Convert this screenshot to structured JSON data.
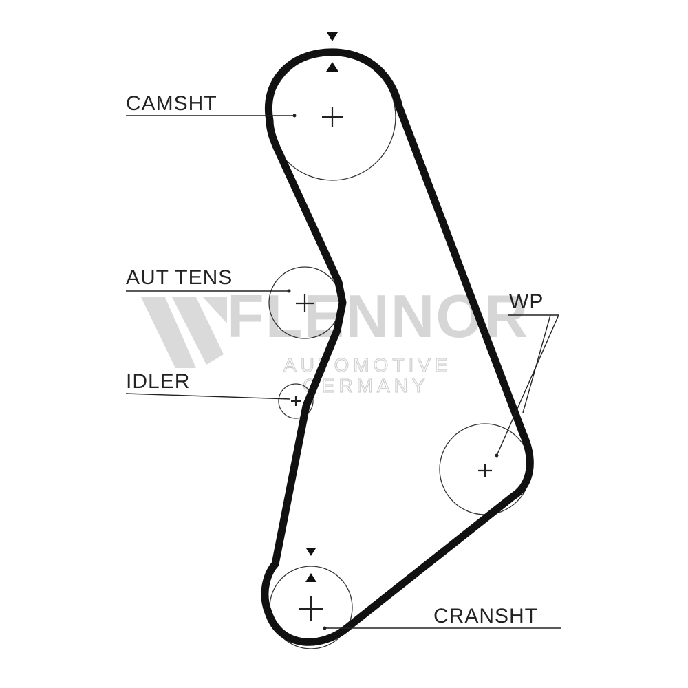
{
  "labels": {
    "camshaft": "CAMSHT",
    "tensioner": "AUT TENS",
    "idler": "IDLER",
    "water_pump": "WP",
    "crankshaft": "CRANSHT"
  },
  "watermark": {
    "brand": "FLENNOR",
    "line1": "AUTOMOTIVE",
    "line2": "GERMANY"
  },
  "colors": {
    "belt": "#111111",
    "line": "#222222",
    "pulley": "#333333",
    "watermark": "#d6d6d6"
  }
}
